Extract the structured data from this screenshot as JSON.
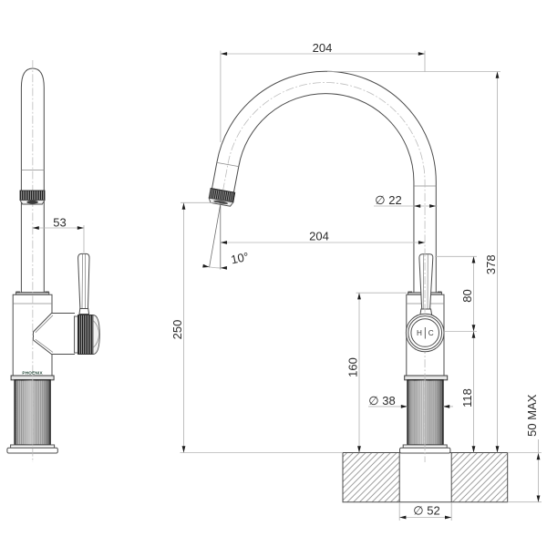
{
  "drawing": {
    "brand": "PHOENIX",
    "dial": {
      "hot": "H",
      "cold": "C"
    },
    "dimensions": {
      "top_reach": "204",
      "reach": "204",
      "spout_diameter": "∅ 22",
      "handle_offset": "53",
      "spout_angle": "10°",
      "spout_height": "250",
      "body_height": "160",
      "overall_height": "378",
      "handle_height": "80",
      "mixer_height": "118",
      "body_diameter": "∅ 38",
      "bench_thickness": "50 MAX",
      "hole_diameter": "∅ 52"
    }
  }
}
